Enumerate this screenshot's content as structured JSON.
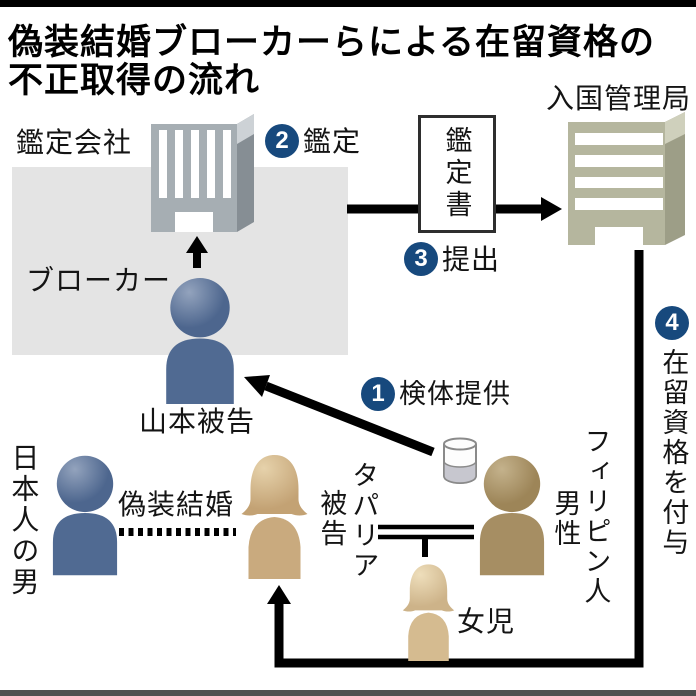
{
  "title": {
    "line1": "偽装結婚ブローカーらによる在留資格の",
    "line2": "不正取得の流れ"
  },
  "labels": {
    "appraisal_company": "鑑定会社",
    "broker": "ブローカー",
    "yamamoto": "山本被告",
    "certificate": "鑑定書",
    "immigration": "入国管理局",
    "japanese_man": "日本人の男",
    "fake_marriage": "偽装結婚",
    "tapaliya_line1": "タパリア",
    "tapaliya_line2": "被告",
    "filipino_line1": "フィリピン人",
    "filipino_line2": "男性",
    "girl": "女児"
  },
  "steps": [
    {
      "num": "1",
      "label": "検体提供"
    },
    {
      "num": "2",
      "label": "鑑定"
    },
    {
      "num": "3",
      "label": "提出"
    },
    {
      "num": "4",
      "label": "在留資格を付与"
    }
  ],
  "icons": {
    "appraisal_building": "office-building-gray",
    "immigration_building": "office-building-olive",
    "broker_person": "person-silhouette-blue",
    "japanese_man_person": "person-silhouette-blue",
    "tapaliya_person": "woman-silhouette-tan",
    "filipino_person": "person-silhouette-brown",
    "girl_person": "girl-silhouette-tan",
    "specimen_cup": "sample-cup"
  },
  "colors": {
    "step_circle": "#17497d",
    "person_blue": "#4e6890",
    "person_tan": "#c9aa7e",
    "person_brown": "#a68e63",
    "person_girl": "#d5bb90",
    "building_gray": "#a6aeb3",
    "building_olive": "#b5b69e",
    "panel_gray": "#e4e4e4",
    "connector": "#000000",
    "top_bar": "#000000",
    "bottom_bar": "#4f4f4f"
  }
}
